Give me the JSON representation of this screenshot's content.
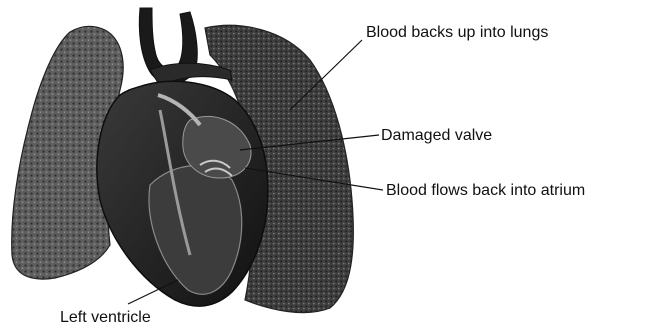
{
  "labels": {
    "lungs": "Blood backs up into lungs",
    "valve": "Damaged valve",
    "atrium": "Blood flows back into atrium",
    "left_ventricle": "Left ventricle"
  },
  "colors": {
    "ink": "#111111",
    "lung_tissue": "#6f6f6f",
    "heart_dark": "#1e1e1e",
    "vessel_light": "#9a9a9a"
  }
}
